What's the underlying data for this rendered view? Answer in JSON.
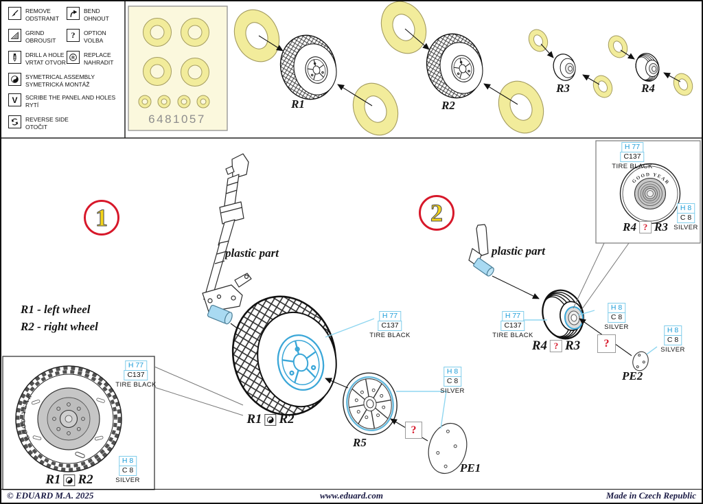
{
  "colors": {
    "mask_yellow": "#F2EC9B",
    "sheet_cream": "#FBF8DD",
    "accent_red": "#D7182A",
    "callout_blue_text": "#1B9CD8",
    "callout_blue_border": "#7ECCEA",
    "plastic_highlight_blue": "#A9DAF2",
    "hub_highlight_blue": "#3BA7D8",
    "step_number_yellow": "#F5D517",
    "hub_grey": "#C6C6C6"
  },
  "legend": {
    "items": [
      {
        "icon": "knife-icon",
        "en": "REMOVE",
        "cz": "ODSTRANIT"
      },
      {
        "icon": "bend-icon",
        "en": "BEND",
        "cz": "OHNOUT"
      },
      {
        "icon": "grind-icon",
        "en": "GRIND",
        "cz": "OBROUSIT"
      },
      {
        "icon": "option-icon",
        "en": "OPTION",
        "cz": "VOLBA"
      },
      {
        "icon": "drill-icon",
        "en": "DRILL  A HOLE",
        "cz": "VRTAT OTVOR"
      },
      {
        "icon": "replace-icon",
        "en": "REPLACE",
        "cz": "NAHRADIT"
      },
      {
        "icon": "symmetry-icon",
        "en": "SYMETRICAL ASSEMBLY",
        "cz": "SYMETRICKÁ MONTÁŽ"
      },
      {
        "icon": "scribe-icon",
        "en": "SCRIBE THE PANEL AND HOLES",
        "cz": "RYTÍ"
      },
      {
        "icon": "reverse-icon",
        "en": "REVERSE SIDE",
        "cz": "OTOČIT"
      }
    ]
  },
  "mask_sheet": {
    "number": "6481057"
  },
  "parts": {
    "r1": "R1",
    "r2": "R2",
    "r3": "R3",
    "r4": "R4",
    "r5": "R5",
    "pe1": "PE1",
    "pe2": "PE2"
  },
  "steps": {
    "one": "1",
    "two": "2"
  },
  "texts": {
    "plastic_part": "plastic part",
    "note1": "R1 - left wheel",
    "note2": "R2 - right wheel",
    "option_mark": "?",
    "goodyear": "GOOD YEAR"
  },
  "callouts": {
    "tire_black": {
      "row1": "H 77",
      "row2": "C137",
      "name": "TIRE BLACK"
    },
    "silver": {
      "row1": "H 8",
      "row2": "C 8",
      "name": "SILVER"
    }
  },
  "footer": {
    "copyright": "© EDUARD  M.A. 2025",
    "website": "www.eduard.com",
    "made_in": "Made in Czech Republic"
  }
}
